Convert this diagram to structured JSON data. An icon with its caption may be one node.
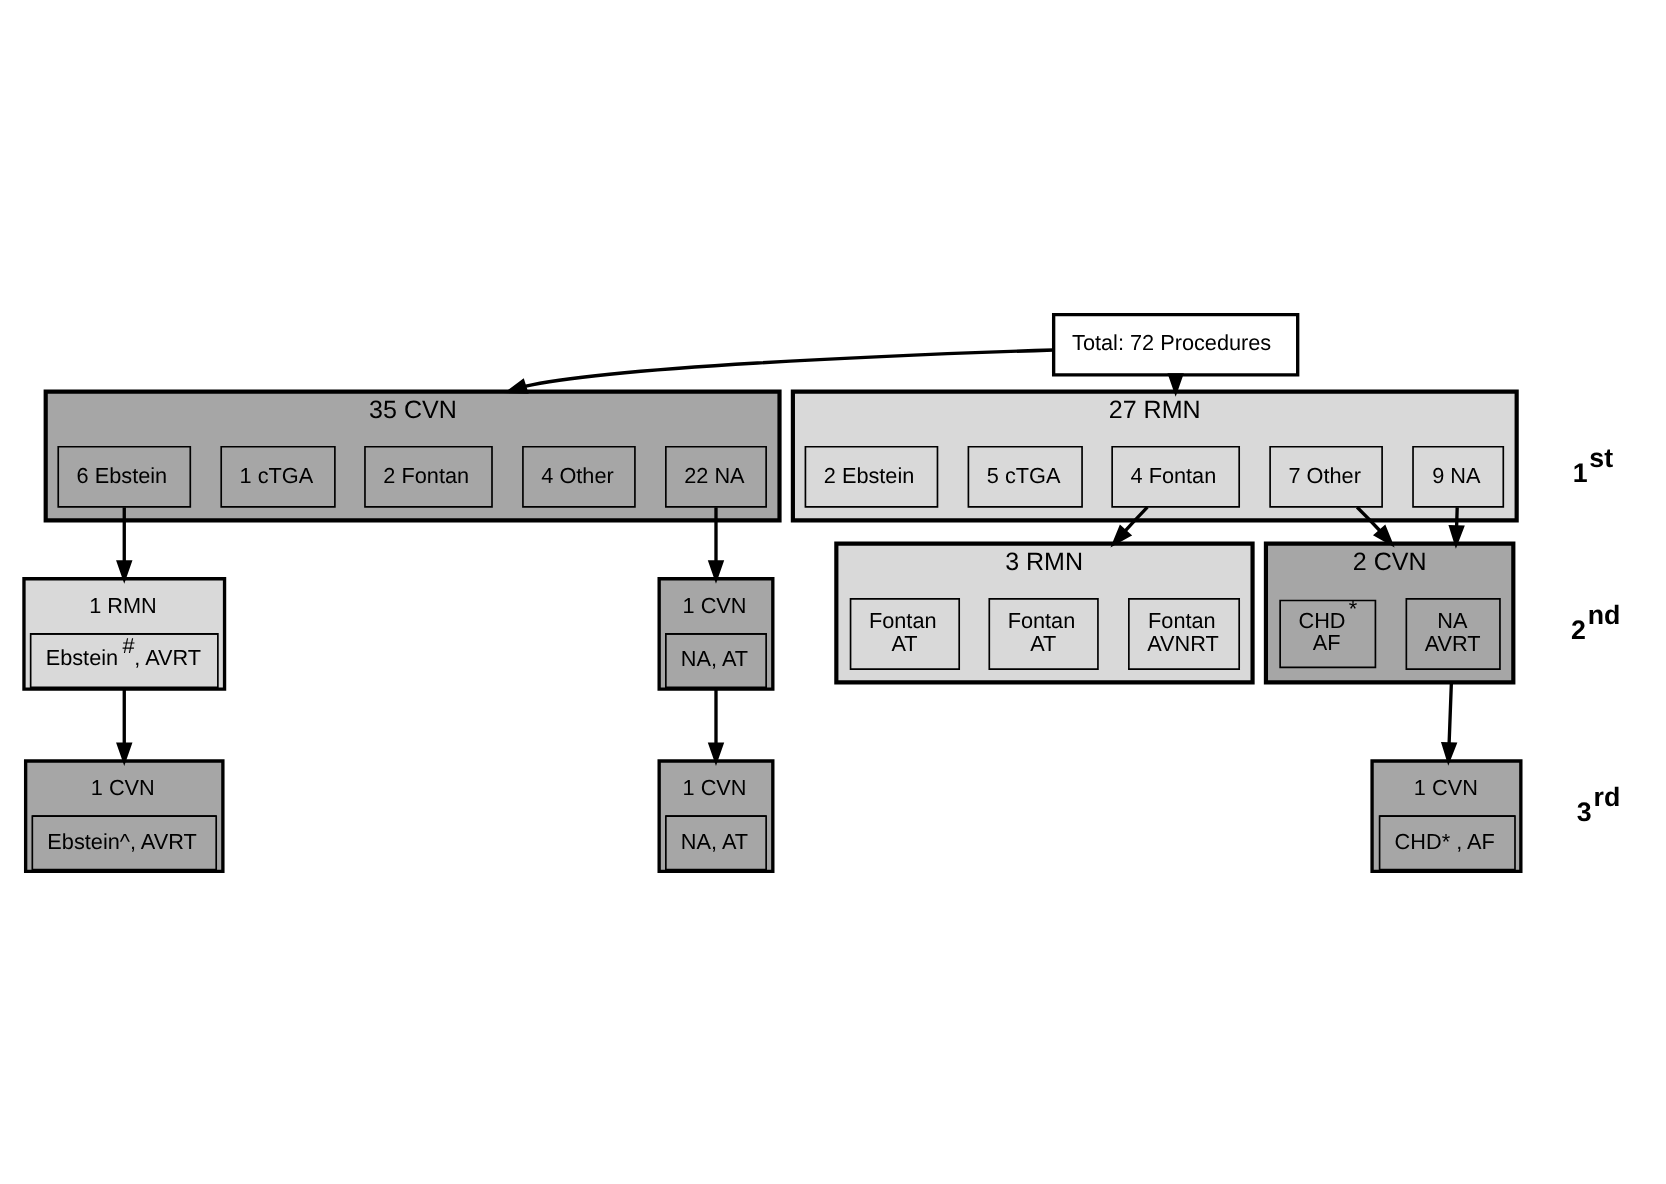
{
  "diagram": {
    "nodes": [
      {
        "text": [
          "Total: 72 Procedures"
        ]
      },
      {
        "text": [
          "35 CVN"
        ]
      },
      {
        "text": [
          "6 Ebstein"
        ],
        "in": 1
      },
      {
        "text": [
          "1 cTGA"
        ],
        "in": 1
      },
      {
        "text": [
          "2 Fontan"
        ],
        "in": 1
      },
      {
        "text": [
          "4 Other"
        ],
        "in": 1
      },
      {
        "text": [
          "22 NA"
        ],
        "in": 1
      },
      {
        "text": [
          "27 RMN"
        ]
      },
      {
        "text": [
          "2 Ebstein"
        ],
        "in": 7
      },
      {
        "text": [
          "5 cTGA"
        ],
        "in": 7
      },
      {
        "text": [
          "4 Fontan"
        ],
        "in": 7
      },
      {
        "text": [
          "7 Other"
        ],
        "in": 7
      },
      {
        "text": [
          "9 NA"
        ],
        "in": 7
      },
      {
        "text": [
          "1 RMN",
          "Ebstein$^{#}$, AVRT"
        ]
      },
      {
        "text": [
          "1 CVN",
          "NA, AT"
        ]
      },
      {
        "text": [
          "3 RMN"
        ]
      },
      {
        "text": [
          "Fontan AT"
        ],
        "in": 15
      },
      {
        "text": [
          "Fontan AT"
        ],
        "in": 15
      },
      {
        "text": [
          "Fontan AVNRT"
        ],
        "in": 15
      },
      {
        "text": [
          "2 CVN"
        ]
      },
      {
        "text": [
          "CHD$^{*}$ AF"
        ],
        "in": 19
      },
      {
        "text": [
          "NA AVRT"
        ],
        "in": 19
      },
      {
        "text": [
          "1 CVN",
          "Ebstein^, AVRT"
        ]
      },
      {
        "text": [
          "1 CVN",
          "NA, AT"
        ]
      },
      {
        "text": [
          "1 CVN",
          "CHD* , AF"
        ]
      }
    ],
    "edges": [
      {
        "from": 0,
        "to": 1,
        "arrow": "to"
      },
      {
        "from": 0,
        "to": 7,
        "arrow": "to"
      },
      {
        "from": 2,
        "to": 13,
        "arrow": "to"
      },
      {
        "from": 6,
        "to": 14,
        "arrow": "to"
      },
      {
        "from": 10,
        "to": 15,
        "arrow": "to"
      },
      {
        "from": 11,
        "to": 19,
        "arrow": "to"
      },
      {
        "from": 12,
        "to": 19,
        "arrow": "to"
      },
      {
        "from": 13,
        "to": 22,
        "arrow": "to"
      },
      {
        "from": 14,
        "to": 23,
        "arrow": "to"
      },
      {
        "from": 19,
        "to": 24,
        "arrow": "to"
      }
    ],
    "labels": [
      "1$^{st}$",
      "2$^{nd}$",
      "3$^{rd}$"
    ]
  }
}
